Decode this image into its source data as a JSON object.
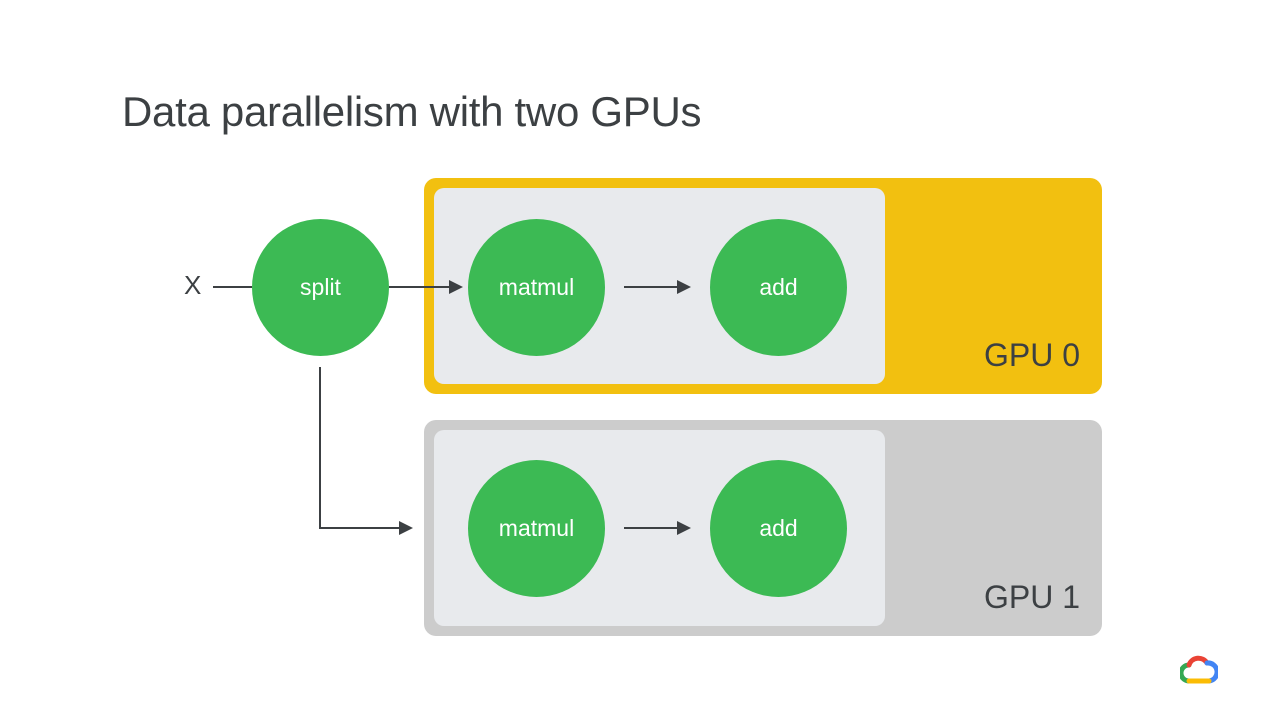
{
  "title": "Data parallelism with two GPUs",
  "input_label": "X",
  "split_node": "split",
  "gpus": [
    {
      "label": "GPU 0",
      "nodes": [
        "matmul",
        "add"
      ],
      "color": "#f2c010"
    },
    {
      "label": "GPU 1",
      "nodes": [
        "matmul",
        "add"
      ],
      "color": "#cccccc"
    }
  ],
  "colors": {
    "node": "#3cba54",
    "inner_panel": "#e8eaed",
    "text": "#3c4043",
    "arrow": "#3c4043"
  },
  "logo": {
    "icon": "google-cloud-logo-icon"
  }
}
